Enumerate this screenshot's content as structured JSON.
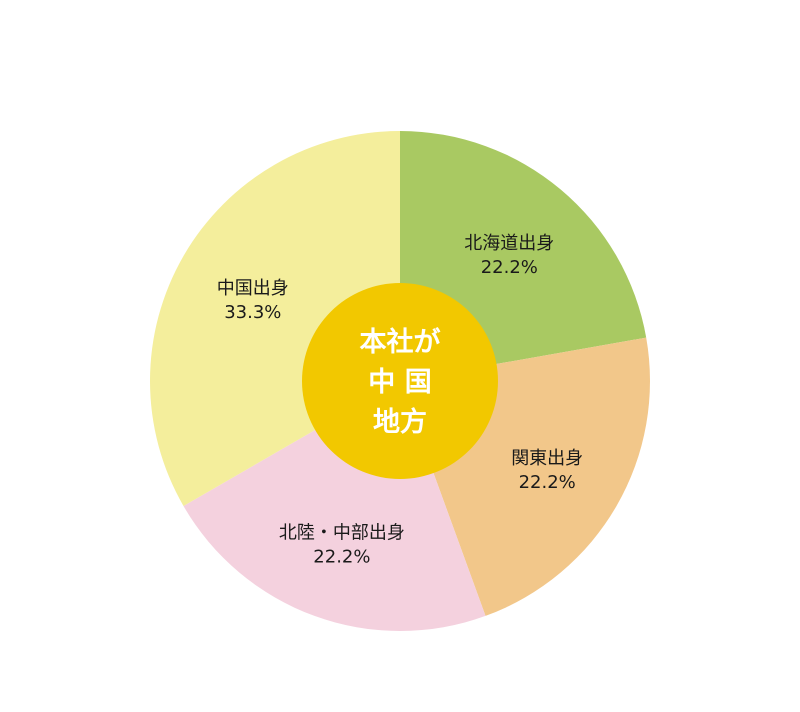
{
  "chart_data": {
    "type": "pie",
    "categories": [
      "北海道出身",
      "関東出身",
      "北陸・中部出身",
      "中国出身"
    ],
    "values": [
      22.2,
      22.2,
      22.2,
      33.3
    ],
    "value_labels": [
      "22.2%",
      "22.2%",
      "22.2%",
      "33.3%"
    ],
    "colors": [
      "#a9c962",
      "#f2c78a",
      "#f4d1de",
      "#f4ee9c"
    ],
    "center_lines": [
      "本社が",
      "中 国",
      "地方"
    ],
    "center_color": "#f2c800"
  }
}
